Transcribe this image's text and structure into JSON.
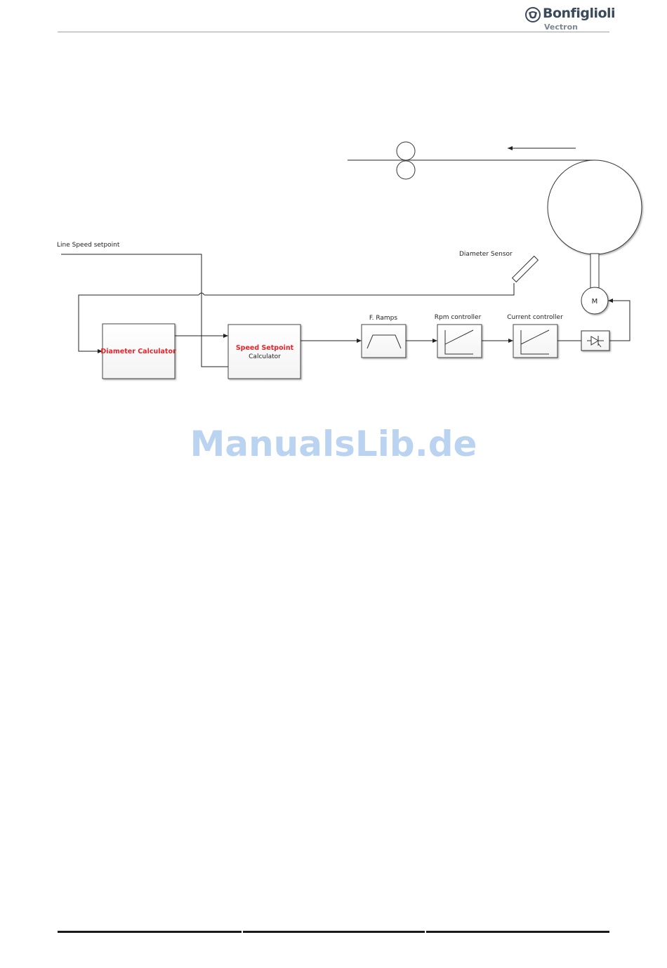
{
  "header": {
    "brand": "Bonfiglioli",
    "sub_brand": "Vectron"
  },
  "diagram": {
    "line_speed_label": "Line Speed setpoint",
    "diameter_sensor_label": "Diameter Sensor",
    "diameter_calculator_label": "Diameter Calculator",
    "speed_setpoint_title": "Speed Setpoint",
    "speed_setpoint_sub": "Calculator",
    "ramps_label": "F. Ramps",
    "rpm_controller_label": "Rpm controller",
    "current_controller_label": "Current controller",
    "motor_label": "M",
    "highlight_color": "#e8232a"
  },
  "watermark": "ManualsLib.de"
}
